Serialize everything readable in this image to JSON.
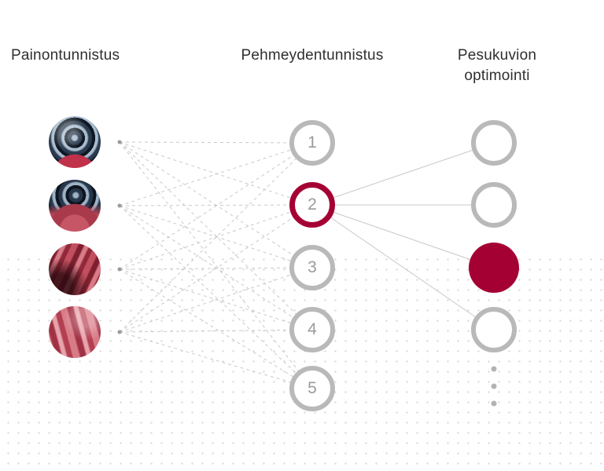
{
  "colors": {
    "accent": "#a50034",
    "node_gray": "#b9b9b9",
    "wire": "#c9c9c9",
    "text": "#2f2f2f",
    "dot_grid": "#dadada"
  },
  "columns": {
    "left_title": "Painontunnistus",
    "middle_title": "Pehmeydentunnistus",
    "right_title": "Pesukuvion optimointi"
  },
  "diagram": {
    "inputs": [
      {
        "name": "laundry-photo-1",
        "description": "drum-with-red-laundry"
      },
      {
        "name": "laundry-photo-2",
        "description": "drum-with-red-laundry"
      },
      {
        "name": "laundry-photo-3",
        "description": "red-fabric-closeup"
      },
      {
        "name": "laundry-photo-4",
        "description": "red-fabric-closeup"
      }
    ],
    "hidden_nodes": [
      {
        "label": "1",
        "highlighted": false
      },
      {
        "label": "2",
        "highlighted": true
      },
      {
        "label": "3",
        "highlighted": false
      },
      {
        "label": "4",
        "highlighted": false
      },
      {
        "label": "5",
        "highlighted": false
      }
    ],
    "output_nodes": [
      {
        "filled": false
      },
      {
        "filled": false
      },
      {
        "filled": true
      },
      {
        "filled": false
      }
    ],
    "ellipsis_dot_count": 3,
    "connections": {
      "dashed": "every input connects to every hidden node",
      "solid": "highlighted hidden node 2 connects to every output node"
    }
  }
}
